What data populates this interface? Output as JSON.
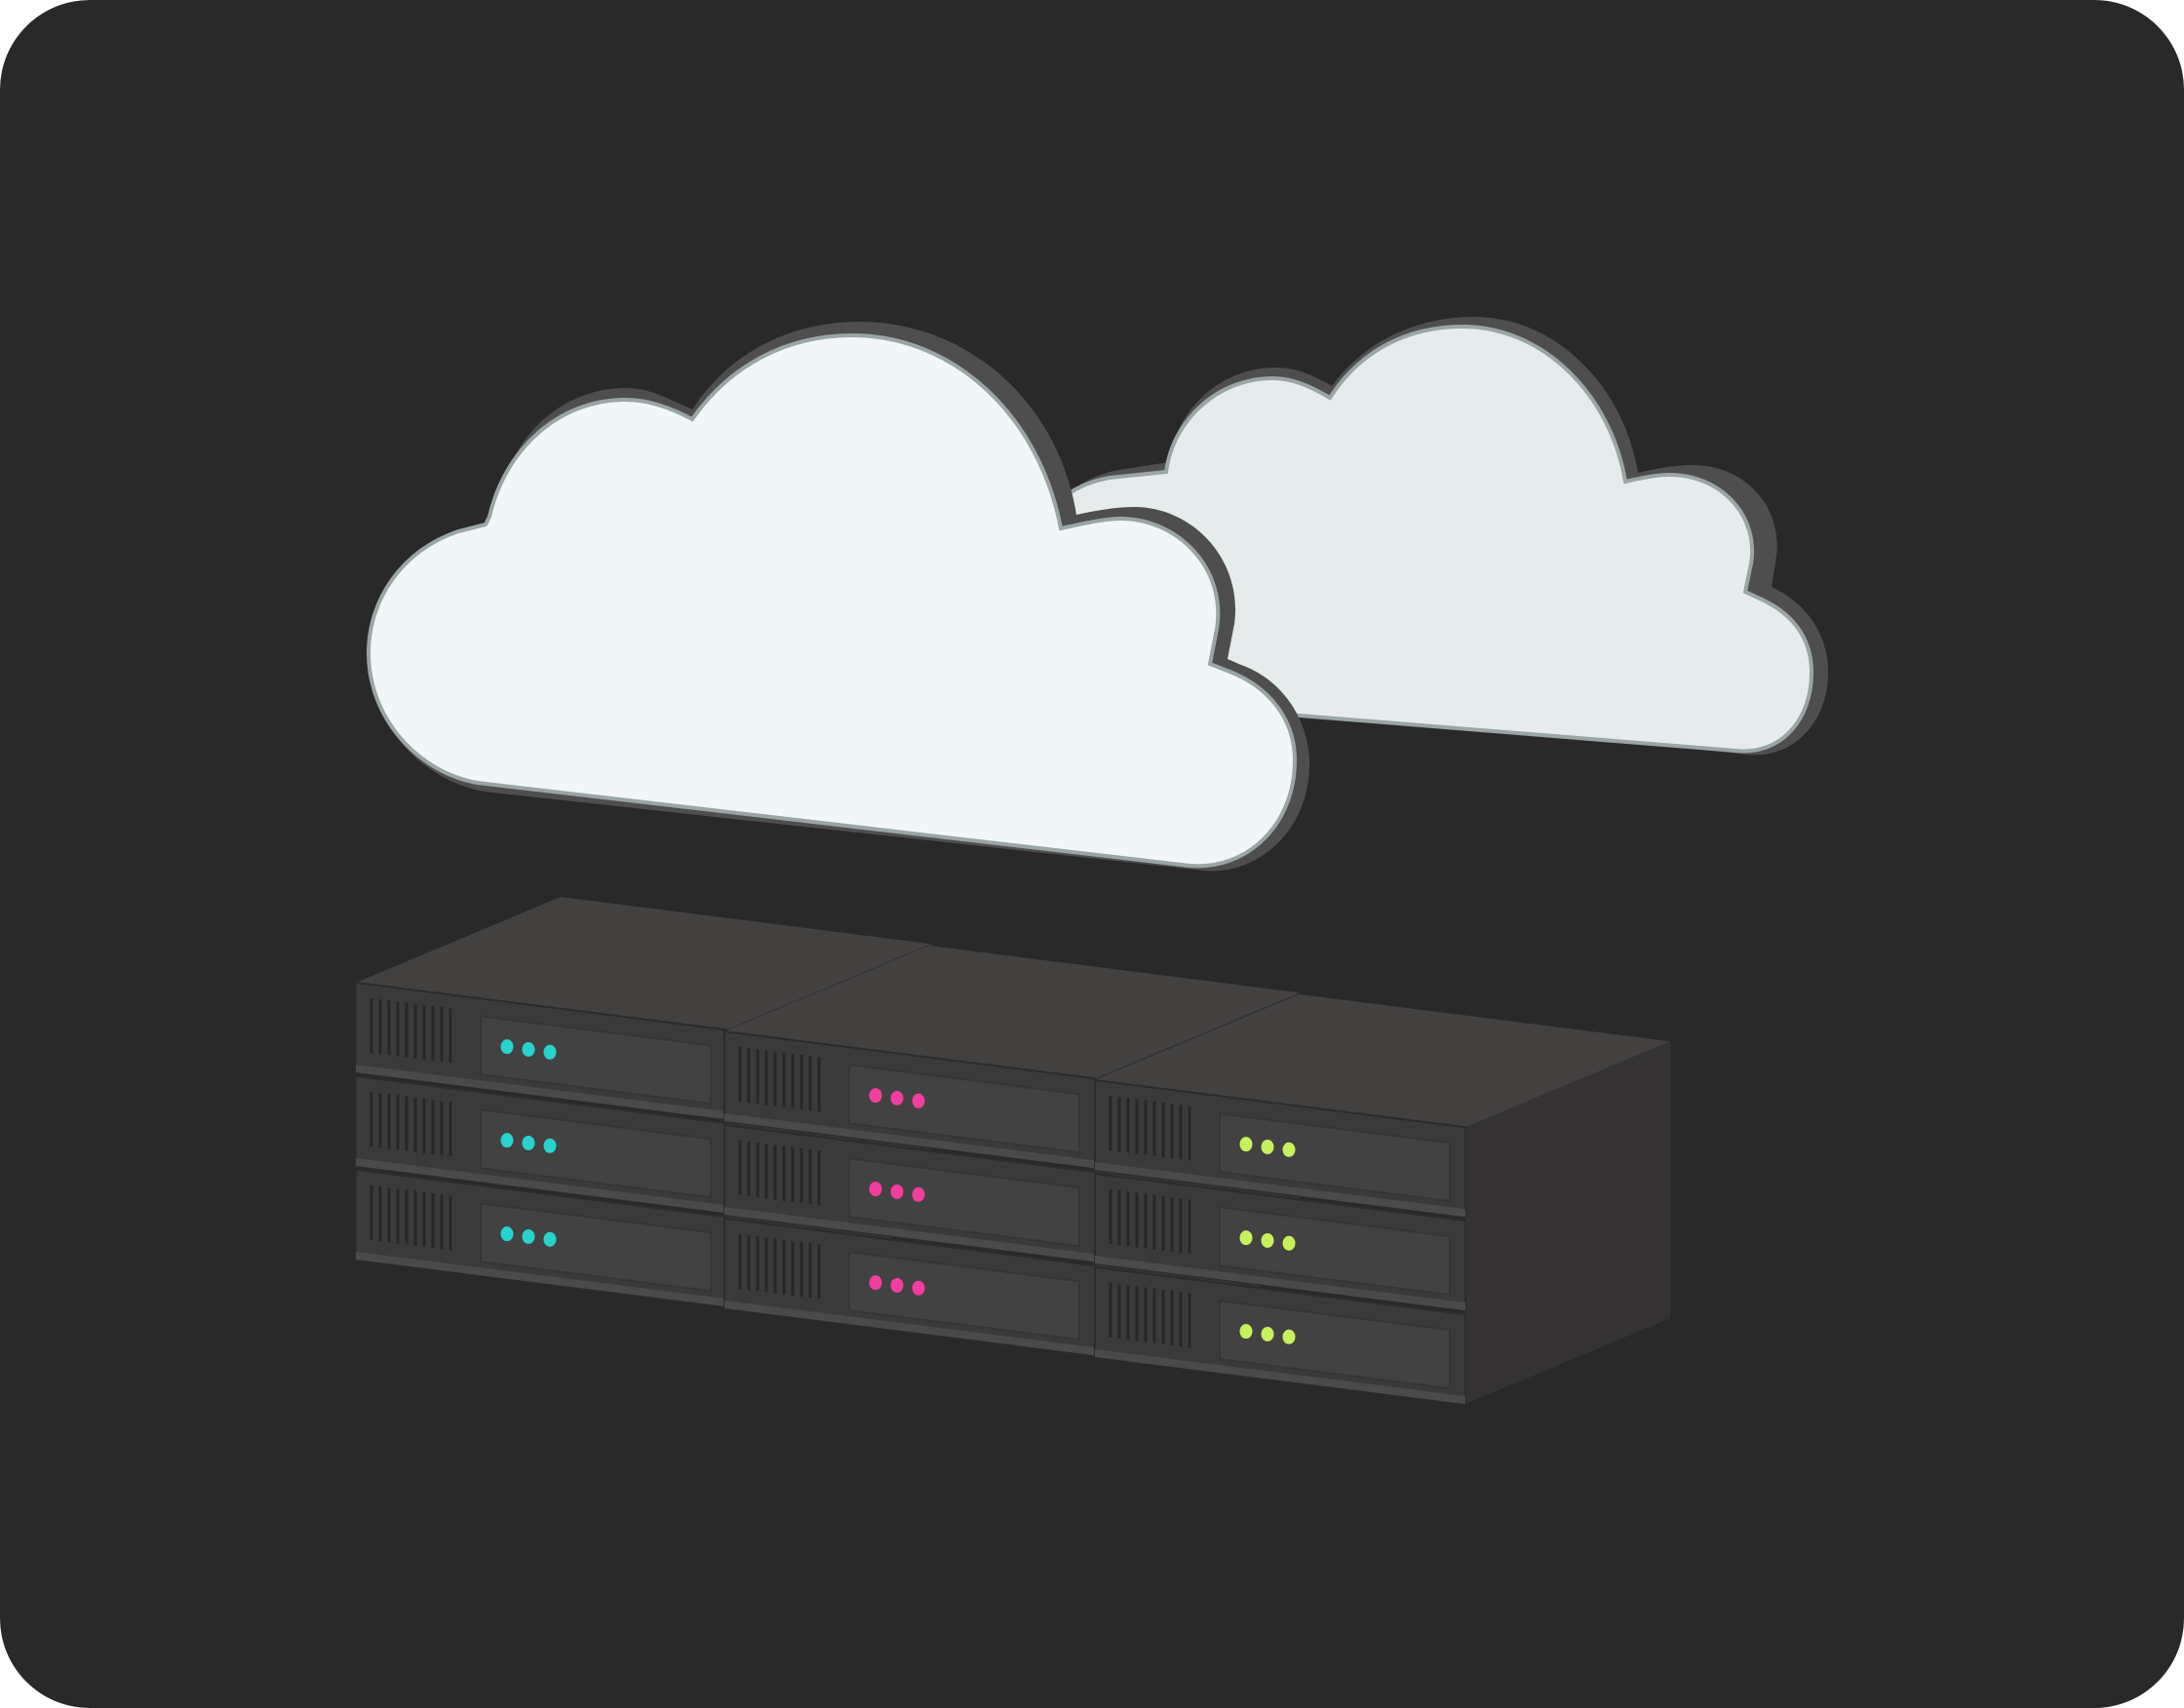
{
  "scene": {
    "colors": {
      "background": "#292929",
      "cloud_front": "#F1F7F7",
      "cloud_back": "#E6ECEC",
      "cloud_outline": "#9AA5A5",
      "cloud_shadow": "#4E4E4E",
      "server_top": "#434140",
      "server_front": "#3A3A3A",
      "server_panel": "#424242",
      "server_side": "#343232",
      "vent": "#262626",
      "status_cyan": "#27D3CC",
      "status_pink": "#F23E9E",
      "status_lime": "#C6F05C"
    },
    "clouds": [
      {
        "name": "cloud-back",
        "fill": "cloud_back"
      },
      {
        "name": "cloud-front",
        "fill": "cloud_front"
      }
    ],
    "server_columns": [
      {
        "name": "left",
        "units": 3,
        "led_color": "status_cyan"
      },
      {
        "name": "middle",
        "units": 3,
        "led_color": "status_pink"
      },
      {
        "name": "right",
        "units": 3,
        "led_color": "status_lime"
      }
    ]
  }
}
